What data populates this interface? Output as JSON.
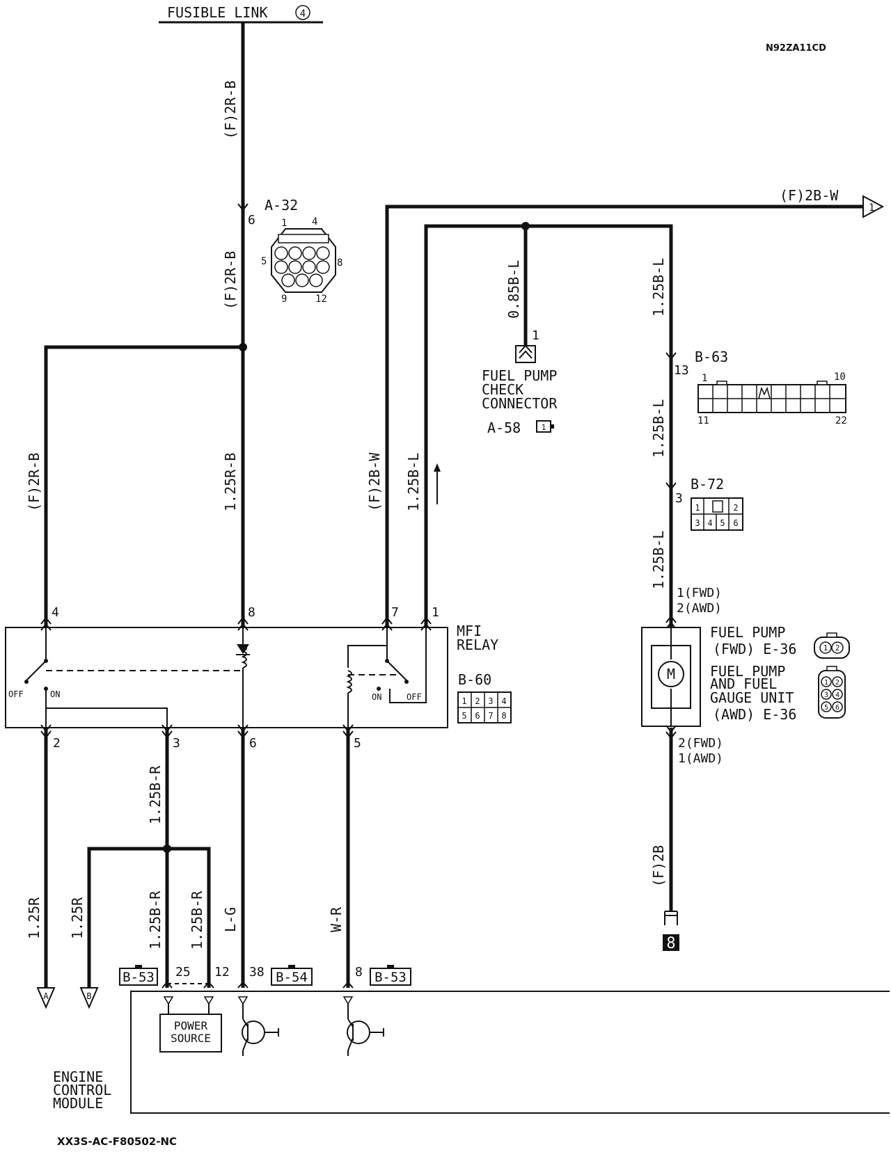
{
  "drawing_id": "N92ZA11CD",
  "footer_code": "XX3S-AC-F80502-NC",
  "fusible_link": {
    "label": "FUSIBLE LINK",
    "number": "4"
  },
  "wires": {
    "top_feed": "(F)2R-B",
    "a32_out": "(F)2R-B",
    "left_branch": "(F)2R-B",
    "pin8_wire": "1.25R-B",
    "pin7_wire": "(F)2B-W",
    "pin1_wire": "1.25B-L",
    "to_sheet": "(F)2B-W",
    "check_wire": "0.85B-L",
    "right_top": "1.25B-L",
    "b63_to_b72": "1.25B-L",
    "b72_to_pump": "1.25B-L",
    "pin3_out": "1.25B-R",
    "left_a": "1.25R",
    "left_b": "1.25R",
    "pin25": "1.25B-R",
    "pin12": "1.25B-R",
    "pin6_out": "L-G",
    "pin5_out": "W-R",
    "pump_ground": "(F)2B"
  },
  "connectors": {
    "a32": {
      "id": "A-32",
      "pins": [
        "1",
        "4",
        "5",
        "8",
        "9",
        "12"
      ],
      "pin_used": "6"
    },
    "a58": {
      "id": "A-58",
      "pin_used": "1",
      "icon_pin": "1"
    },
    "b63": {
      "id": "B-63",
      "pins": [
        "1",
        "10",
        "11",
        "22"
      ],
      "pin_used": "13"
    },
    "b72": {
      "id": "B-72",
      "pins": [
        "1",
        "2",
        "3",
        "4",
        "5",
        "6"
      ],
      "pin_used": "3"
    },
    "b60": {
      "id": "B-60",
      "pins": [
        "1",
        "2",
        "3",
        "4",
        "5",
        "6",
        "7",
        "8"
      ]
    },
    "b53_left": {
      "id": "B-53"
    },
    "b54": {
      "id": "B-54"
    },
    "b53_right": {
      "id": "B-53"
    },
    "e36": {
      "id": "E-36",
      "fwd_pins": [
        "1",
        "2"
      ],
      "awd_pins": [
        "1",
        "2",
        "3",
        "4",
        "5",
        "6"
      ]
    }
  },
  "mfi_relay": {
    "label_line1": "MFI",
    "label_line2": "RELAY",
    "top_pins": [
      "4",
      "8",
      "7",
      "1"
    ],
    "bottom_pins": [
      "2",
      "3",
      "6",
      "5"
    ],
    "left_switch_off": "OFF",
    "left_switch_on": "ON",
    "right_switch_on": "ON",
    "right_switch_off": "OFF"
  },
  "fuel_pump_check": {
    "line1": "FUEL PUMP",
    "line2": "CHECK",
    "line3": "CONNECTOR"
  },
  "fuel_pump": {
    "line1": "FUEL PUMP",
    "line2": "(FWD) E-36",
    "line3": "FUEL PUMP",
    "line4": "AND FUEL",
    "line5": "GAUGE UNIT",
    "line6": "(AWD) E-36",
    "motor": "M",
    "pin_in_fwd": "1(FWD)",
    "pin_in_awd": "2(AWD)",
    "pin_out_fwd": "2(FWD)",
    "pin_out_awd": "1(AWD)"
  },
  "ground_ref": "8",
  "offpage": {
    "a": "A",
    "b": "B",
    "sheet": "1"
  },
  "ecm": {
    "line1": "ENGINE",
    "line2": "CONTROL",
    "line3": "MODULE",
    "power_source_1": "POWER",
    "power_source_2": "SOURCE",
    "pins": {
      "p25": "25",
      "p12": "12",
      "p38": "38",
      "p8": "8"
    }
  }
}
